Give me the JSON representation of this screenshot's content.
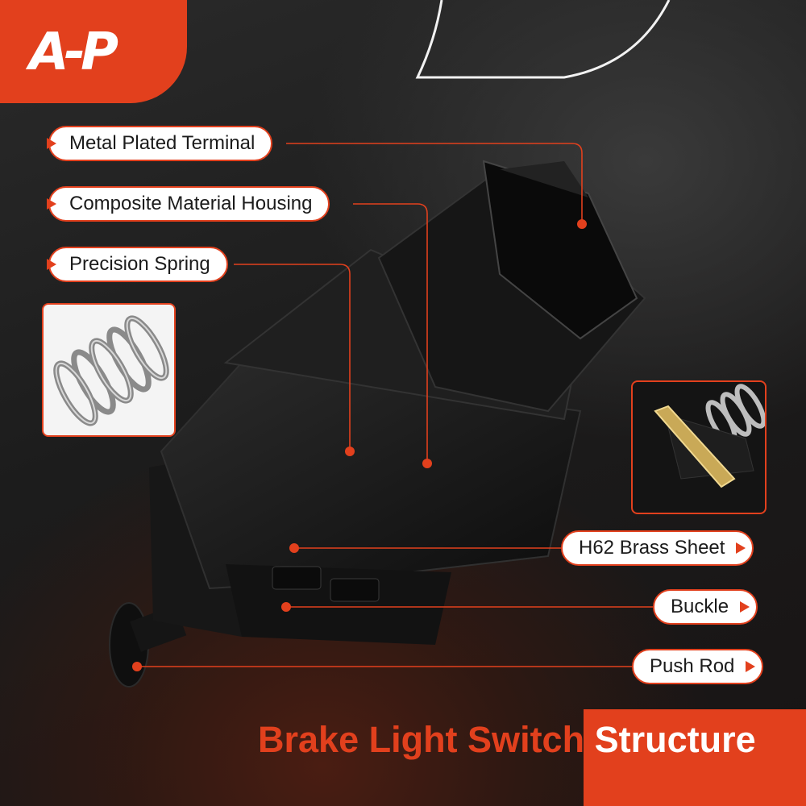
{
  "brand": {
    "logo_text": "A-P"
  },
  "callouts": {
    "terminal": "Metal Plated Terminal",
    "housing": "Composite Material Housing",
    "spring": "Precision Spring",
    "brass": "H62 Brass Sheet",
    "buckle": "Buckle",
    "push_rod": "Push Rod"
  },
  "title": {
    "part1": "Brake Light Switch",
    "part2": "Structure"
  },
  "colors": {
    "accent": "#e2401d",
    "background": "#1c1c1c",
    "label_bg": "#ffffff"
  },
  "icons": [
    "logo-icon",
    "spring-inset",
    "brass-sheet-inset",
    "switch-product-image"
  ]
}
